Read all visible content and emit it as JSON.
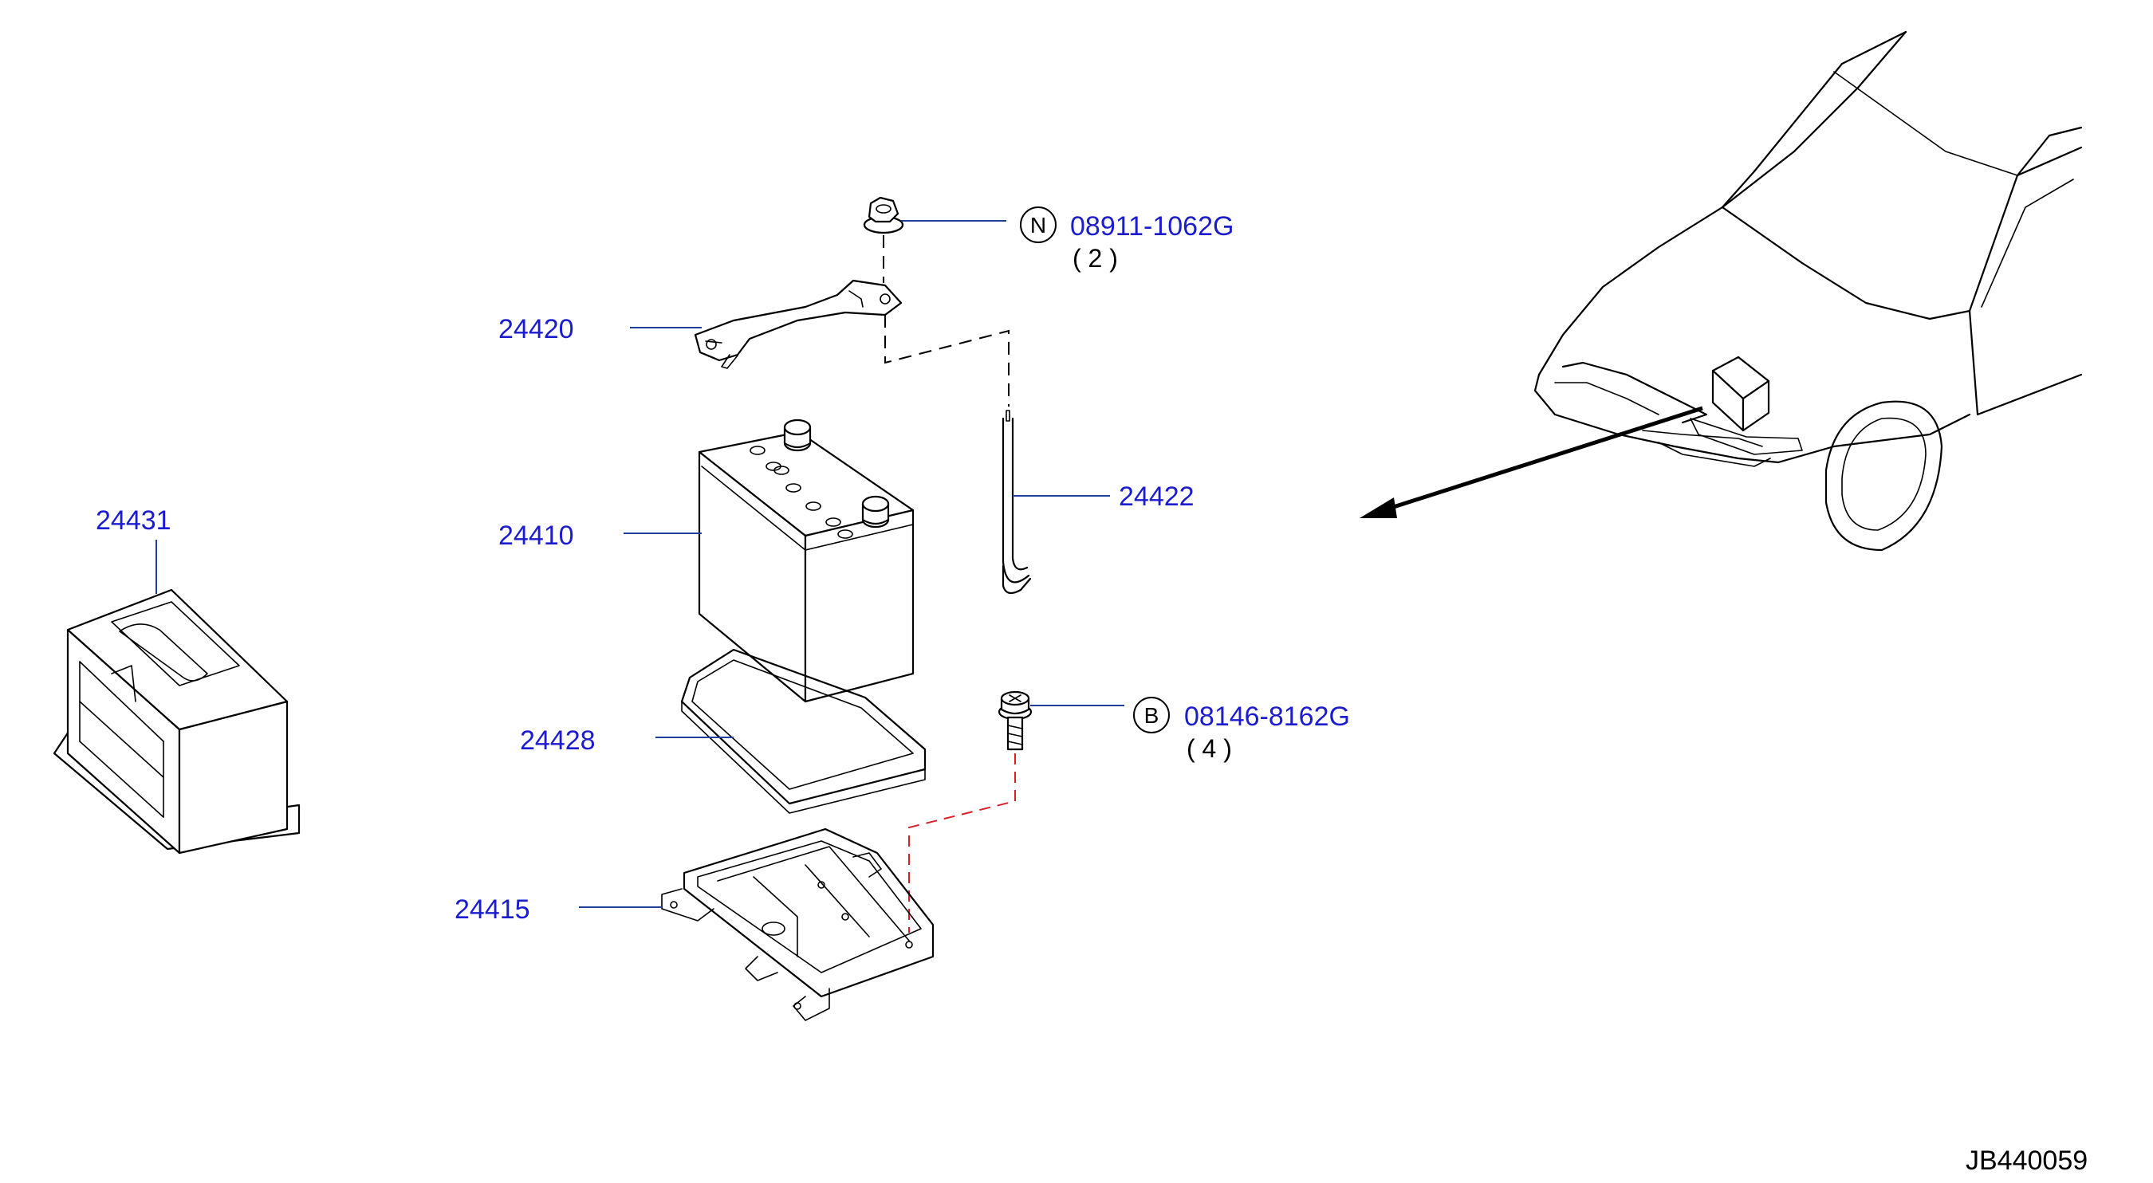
{
  "parts": {
    "p24431": "24431",
    "p24420": "24420",
    "p24410": "24410",
    "p24422": "24422",
    "p24428": "24428",
    "p24415": "24415"
  },
  "fasteners": {
    "nut": {
      "symbol": "N",
      "part_no": "08911-1062G",
      "qty": "( 2 )"
    },
    "bolt": {
      "symbol": "B",
      "part_no": "08146-8162G",
      "qty": "( 4 )"
    }
  },
  "diagram_code": "JB440059",
  "colors": {
    "label": "#1c1ccf",
    "leader": "#1f3f9f",
    "red_dash": "#d8202a"
  }
}
